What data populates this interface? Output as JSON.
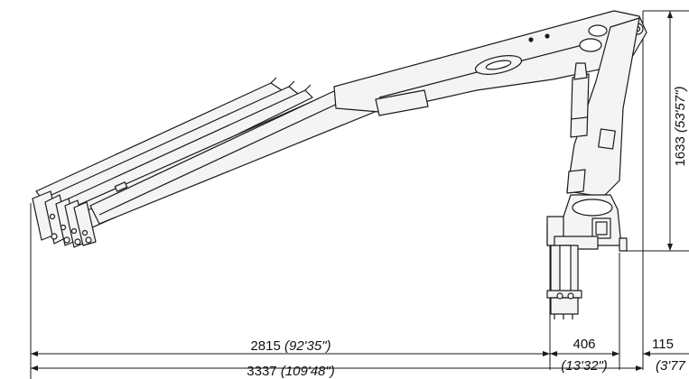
{
  "dimensions": {
    "reach_main": {
      "value": "2815",
      "imperial": "(92'35\")"
    },
    "base_width": {
      "value": "406",
      "imperial": "(13'32\")"
    },
    "offset_right": {
      "value": "115",
      "imperial": "(3'77"
    },
    "reach_total": {
      "value": "3337",
      "imperial": "(109'48\")"
    },
    "height": {
      "value": "1633",
      "imperial": "(53'57\")"
    }
  },
  "colors": {
    "line": "#1a1a1a",
    "fill": "#f4f4f4",
    "paper": "#ffffff"
  }
}
